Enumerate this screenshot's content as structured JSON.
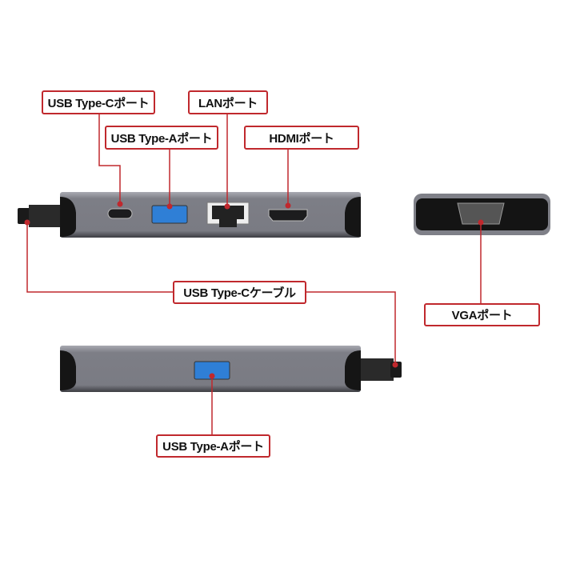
{
  "labels": {
    "usb_c_port": "USB Type-Cポート",
    "usb_a_port_top": "USB Type-Aポート",
    "lan_port": "LANポート",
    "hdmi_port": "HDMIポート",
    "usb_c_cable": "USB Type-Cケーブル",
    "vga_port": "VGAポート",
    "usb_a_port_bottom": "USB Type-Aポート"
  },
  "colors": {
    "callout": "#c0282d",
    "body": "#8a8b93",
    "usb_blue": "#2f7fd6"
  }
}
